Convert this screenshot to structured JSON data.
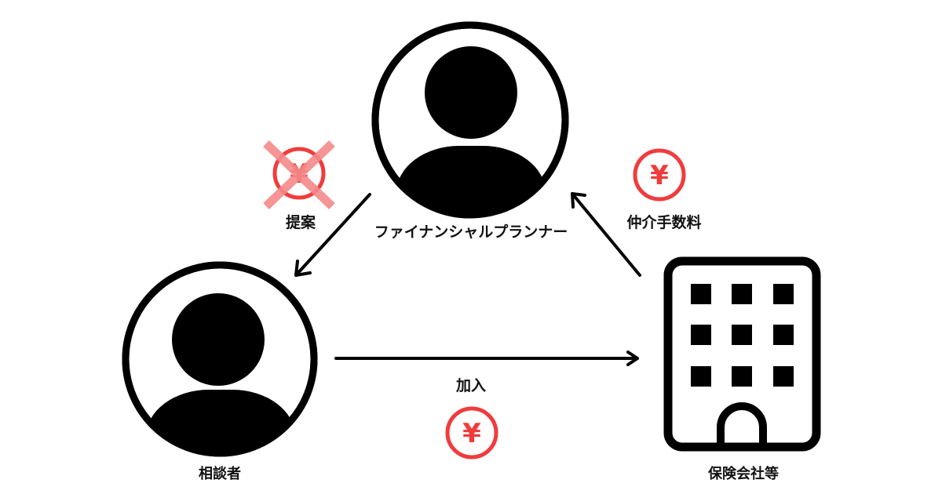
{
  "nodes": {
    "planner": {
      "label": "ファイナンシャルプランナー"
    },
    "consultant": {
      "label": "相談者"
    },
    "insurer": {
      "label": "保険会社等"
    }
  },
  "edges": {
    "proposal": {
      "label": "提案",
      "fee_crossed_out": true
    },
    "commission": {
      "label": "仲介手数料"
    },
    "enroll": {
      "label": "加入"
    }
  },
  "yen_symbol": "¥",
  "colors": {
    "ink": "#000000",
    "yen": "#f03c3c",
    "cross": "#f58a8a"
  },
  "icons": {
    "planner": "person-icon",
    "consultant": "person-icon",
    "insurer": "building-icon",
    "fees": "yen-coin-icon",
    "no_fee": "cross-icon"
  }
}
